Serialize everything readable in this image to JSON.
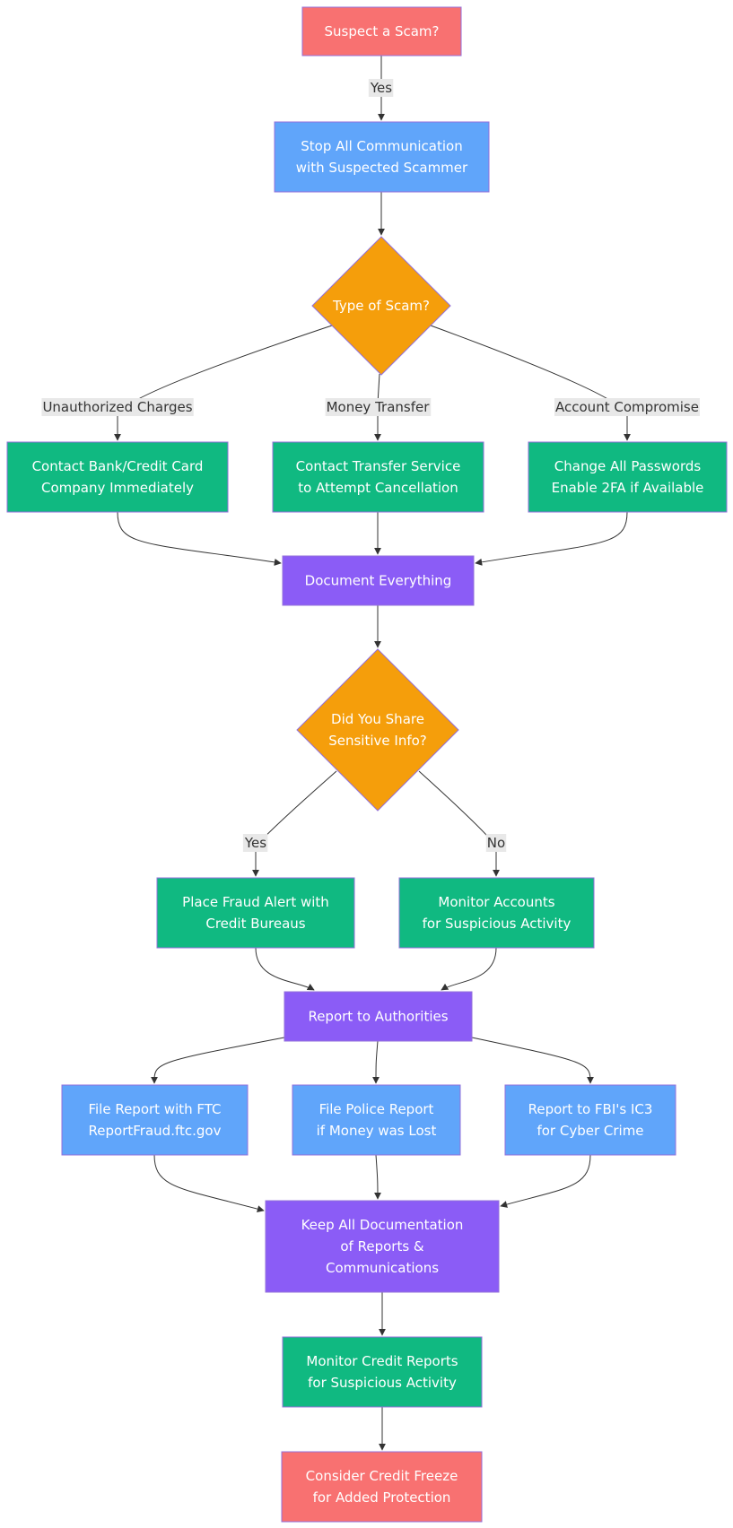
{
  "colors": {
    "red": "#f87171",
    "blue": "#60a5fa",
    "orange": "#f59e0b",
    "green": "#10b981",
    "purple": "#8b5cf6",
    "edge": "#333333",
    "label_bg": "#e8e8e8",
    "node_border": "#9370db"
  },
  "nodes": {
    "suspect": {
      "lines": [
        "Suspect a Scam?"
      ],
      "color": "red"
    },
    "stop_comm": {
      "lines": [
        "Stop All Communication",
        "with Suspected Scammer"
      ],
      "color": "blue"
    },
    "type_scam": {
      "lines": [
        "Type of Scam?"
      ],
      "color": "orange"
    },
    "contact_bank": {
      "lines": [
        "Contact Bank/Credit Card",
        "Company Immediately"
      ],
      "color": "green"
    },
    "contact_transfer": {
      "lines": [
        "Contact Transfer Service",
        "to Attempt Cancellation"
      ],
      "color": "green"
    },
    "change_passwords": {
      "lines": [
        "Change All Passwords",
        "Enable 2FA if Available"
      ],
      "color": "green"
    },
    "document": {
      "lines": [
        "Document Everything"
      ],
      "color": "purple"
    },
    "shared_info": {
      "lines": [
        "Did You Share",
        "Sensitive Info?"
      ],
      "color": "orange"
    },
    "fraud_alert": {
      "lines": [
        "Place Fraud Alert with",
        "Credit Bureaus"
      ],
      "color": "green"
    },
    "monitor_accounts": {
      "lines": [
        "Monitor Accounts",
        "for Suspicious Activity"
      ],
      "color": "green"
    },
    "report_authorities": {
      "lines": [
        "Report to Authorities"
      ],
      "color": "purple"
    },
    "ftc": {
      "lines": [
        "File Report with FTC",
        "ReportFraud.ftc.gov"
      ],
      "color": "blue"
    },
    "police": {
      "lines": [
        "File Police Report",
        "if Money was Lost"
      ],
      "color": "blue"
    },
    "ic3": {
      "lines": [
        "Report to FBI's IC3",
        "for Cyber Crime"
      ],
      "color": "blue"
    },
    "keep_docs": {
      "lines": [
        "Keep All Documentation",
        "of Reports &",
        "Communications"
      ],
      "color": "purple"
    },
    "monitor_credit": {
      "lines": [
        "Monitor Credit Reports",
        "for Suspicious Activity"
      ],
      "color": "green"
    },
    "credit_freeze": {
      "lines": [
        "Consider Credit Freeze",
        "for Added Protection"
      ],
      "color": "red"
    }
  },
  "edge_labels": {
    "yes_top": "Yes",
    "unauthorized": "Unauthorized Charges",
    "money_transfer": "Money Transfer",
    "account_compromise": "Account Compromise",
    "yes_info": "Yes",
    "no_info": "No"
  }
}
